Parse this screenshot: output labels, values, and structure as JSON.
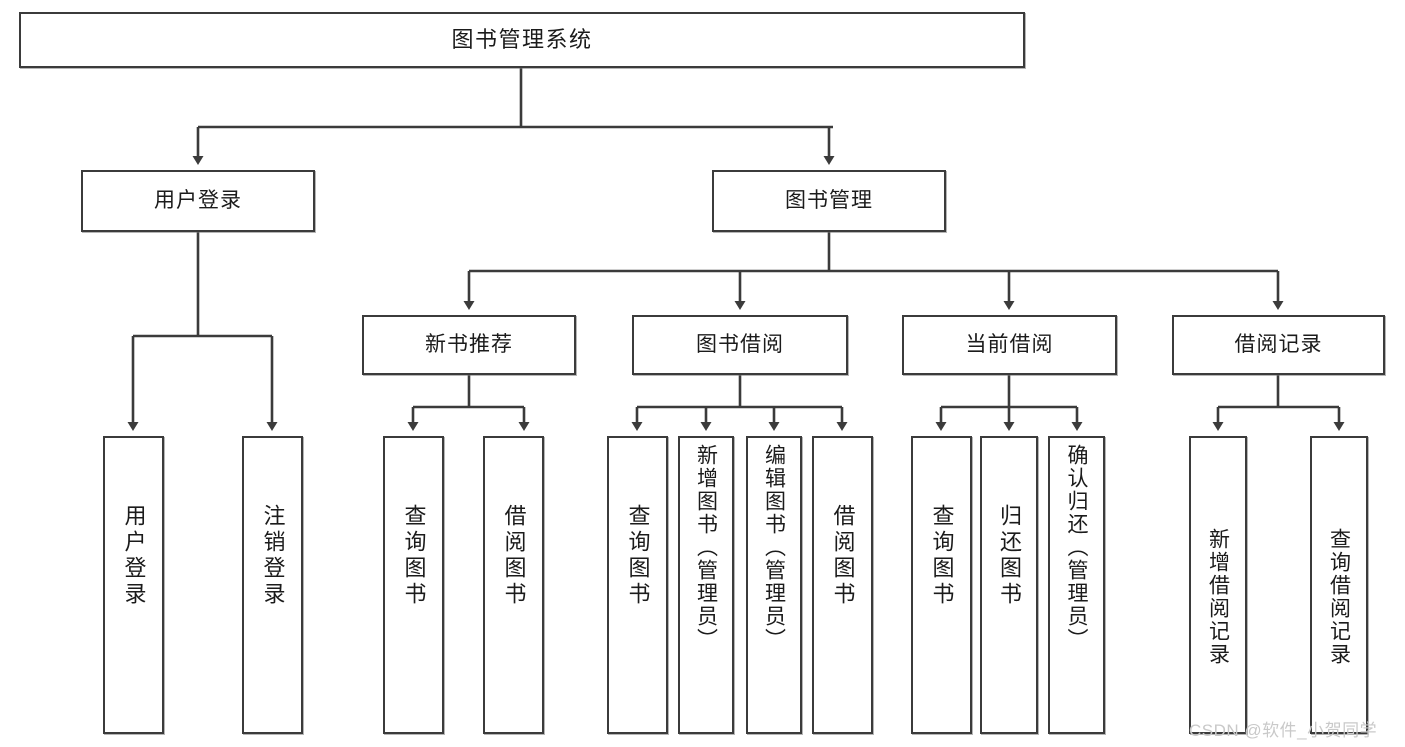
{
  "diagram": {
    "type": "tree",
    "title": "图书管理系统",
    "root": {
      "id": "root",
      "label": "图书管理系统"
    },
    "level2": [
      {
        "id": "user-login",
        "label": "用户登录"
      },
      {
        "id": "book-management",
        "label": "图书管理"
      }
    ],
    "level3": [
      {
        "id": "new-book-recommend",
        "label": "新书推荐",
        "parent": "book-management"
      },
      {
        "id": "book-borrow",
        "label": "图书借阅",
        "parent": "book-management"
      },
      {
        "id": "current-borrow",
        "label": "当前借阅",
        "parent": "book-management"
      },
      {
        "id": "borrow-record",
        "label": "借阅记录",
        "parent": "book-management"
      }
    ],
    "leaves": [
      {
        "id": "leaf-user-login",
        "label": "用户登录",
        "parent": "user-login"
      },
      {
        "id": "leaf-logout",
        "label": "注销登录",
        "parent": "user-login"
      },
      {
        "id": "leaf-query-book-1",
        "label": "查询图书",
        "parent": "new-book-recommend"
      },
      {
        "id": "leaf-borrow-book-1",
        "label": "借阅图书",
        "parent": "new-book-recommend"
      },
      {
        "id": "leaf-query-book-2",
        "label": "查询图书",
        "parent": "book-borrow"
      },
      {
        "id": "leaf-add-book",
        "label": "新增图书（管理员）",
        "parent": "book-borrow"
      },
      {
        "id": "leaf-edit-book",
        "label": "编辑图书（管理员）",
        "parent": "book-borrow"
      },
      {
        "id": "leaf-borrow-book-2",
        "label": "借阅图书",
        "parent": "book-borrow"
      },
      {
        "id": "leaf-query-book-3",
        "label": "查询图书",
        "parent": "current-borrow"
      },
      {
        "id": "leaf-return-book",
        "label": "归还图书",
        "parent": "current-borrow"
      },
      {
        "id": "leaf-confirm-return",
        "label": "确认归还（管理员）",
        "parent": "current-borrow"
      },
      {
        "id": "leaf-add-record",
        "label": "新增借阅记录",
        "parent": "borrow-record"
      },
      {
        "id": "leaf-query-record",
        "label": "查询借阅记录",
        "parent": "borrow-record"
      }
    ],
    "colors": {
      "border": "#3b3b3b",
      "background": "#ffffff",
      "text": "#1b1b1b",
      "watermark": "#c9c9c9"
    }
  },
  "watermark": {
    "text": "CSDN @软件_小贺同学"
  }
}
